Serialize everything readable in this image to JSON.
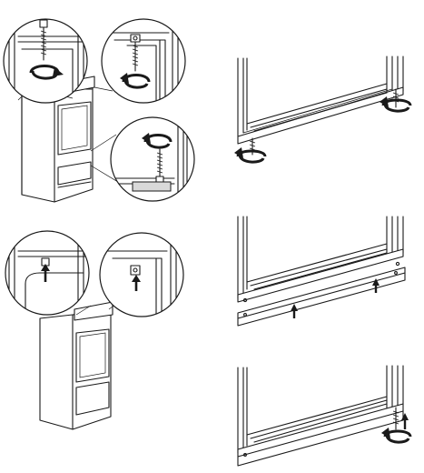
{
  "figure": {
    "panels": [
      "step-1-loosen-hinge-screws",
      "step-2-door-bottom-screws",
      "step-3-fit-bracket-under-door",
      "step-4-place-strip",
      "step-5-tighten-screw"
    ]
  },
  "icons": {
    "rotate": "rotate-arrow-icon",
    "up": "up-arrow-icon",
    "screw": "screw-icon"
  },
  "colors": {
    "line": "#1a1a1a",
    "fill": "#ffffff",
    "shade": "#d9d9d9"
  }
}
